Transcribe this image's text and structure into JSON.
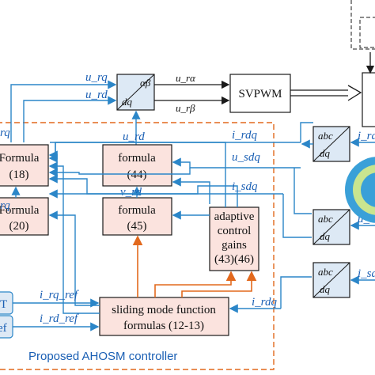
{
  "blocks": {
    "formula_18": {
      "line1": "Formula",
      "line2": "(18)"
    },
    "formula_44": {
      "line1": "formula",
      "line2": "(44)"
    },
    "formula_20": {
      "line1": "Formula",
      "line2": "(20)"
    },
    "formula_45": {
      "line1": "formula",
      "line2": "(45)"
    },
    "adaptive": {
      "line1": "adaptive",
      "line2": "control",
      "line3": "gains",
      "line4": "(43)(46)"
    },
    "sliding": {
      "line1": "sliding mode function",
      "line2": "formulas (12-13)"
    },
    "svpwm": {
      "label": "SVPWM"
    },
    "transform_top": {
      "top": "αβ",
      "bottom": "dq"
    },
    "abc_dq_1": {
      "top": "abc",
      "bottom": "dq"
    },
    "abc_dq_2": {
      "top": "abc",
      "bottom": "dq"
    },
    "abc_dq_3": {
      "top": "abc",
      "bottom": "dq"
    },
    "ref_left_1": "T",
    "ref_left_2": "ef"
  },
  "signals": {
    "u_rq": "u_rq",
    "u_rd": "u_rd",
    "u_ralpha": "u_rα",
    "u_rbeta": "u_rβ",
    "u_rd_out": "u_rd",
    "v_rd": "v_rd",
    "i_rdq": "i_rdq",
    "u_sdq": "u_sdq",
    "i_sdq": "i_sdq",
    "i_rq_ref": "i_rq_ref",
    "i_rd_ref": "i_rd_ref",
    "i_rdq_sl": "i_rdq",
    "left_r_q": "rq",
    "left_r_q2": "rq",
    "i_ra": "i_ra",
    "u_so": "u_so",
    "i_sal": "i_sal"
  },
  "caption": "Proposed AHOSM controller",
  "colors": {
    "block_fill": "#fbe3de",
    "transform_fill": "#dde9f5",
    "signal_wire": "#2b86c8",
    "controller_border": "#e2691d"
  }
}
